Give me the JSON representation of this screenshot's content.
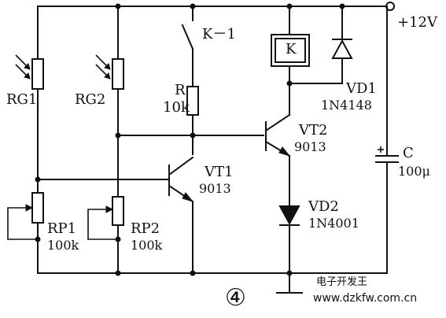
{
  "labels": {
    "supply": "+12V",
    "switch": "K－1",
    "relay": "K",
    "rg1": "RG1",
    "rg2": "RG2",
    "r": "R",
    "r_value": "10k",
    "vt1": "VT1",
    "vt1_part": "9013",
    "vt2": "VT2",
    "vt2_part": "9013",
    "vd1": "VD1",
    "vd1_part": "1N4148",
    "vd2": "VD2",
    "vd2_part": "1N4001",
    "cap": "C",
    "cap_value": "100μ",
    "rp1": "RP1",
    "rp1_value": "100k",
    "rp2": "RP2",
    "rp2_value": "100k",
    "figure_number": "④"
  },
  "watermark": {
    "site_name": "电子开发王",
    "url": "www.dzkfw.com.cn"
  }
}
